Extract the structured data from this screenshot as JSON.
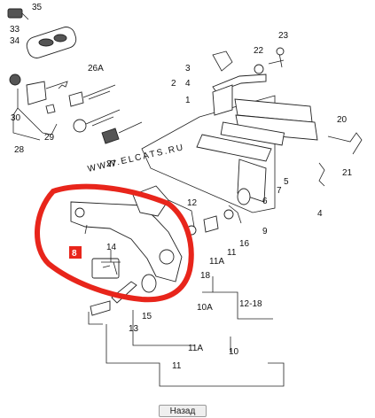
{
  "watermark": "WWW.ELCATS.RU",
  "highlight_label": "8",
  "labels": [
    "35",
    "33",
    "34",
    "26A",
    "30",
    "29",
    "28",
    "27",
    "22",
    "23",
    "3",
    "2",
    "4",
    "1",
    "20",
    "21",
    "4",
    "5",
    "6",
    "7",
    "9",
    "12",
    "16",
    "11",
    "11A",
    "18",
    "10A",
    "12-18",
    "14",
    "15",
    "13",
    "11A",
    "10",
    "11"
  ],
  "back_label": "Назад"
}
